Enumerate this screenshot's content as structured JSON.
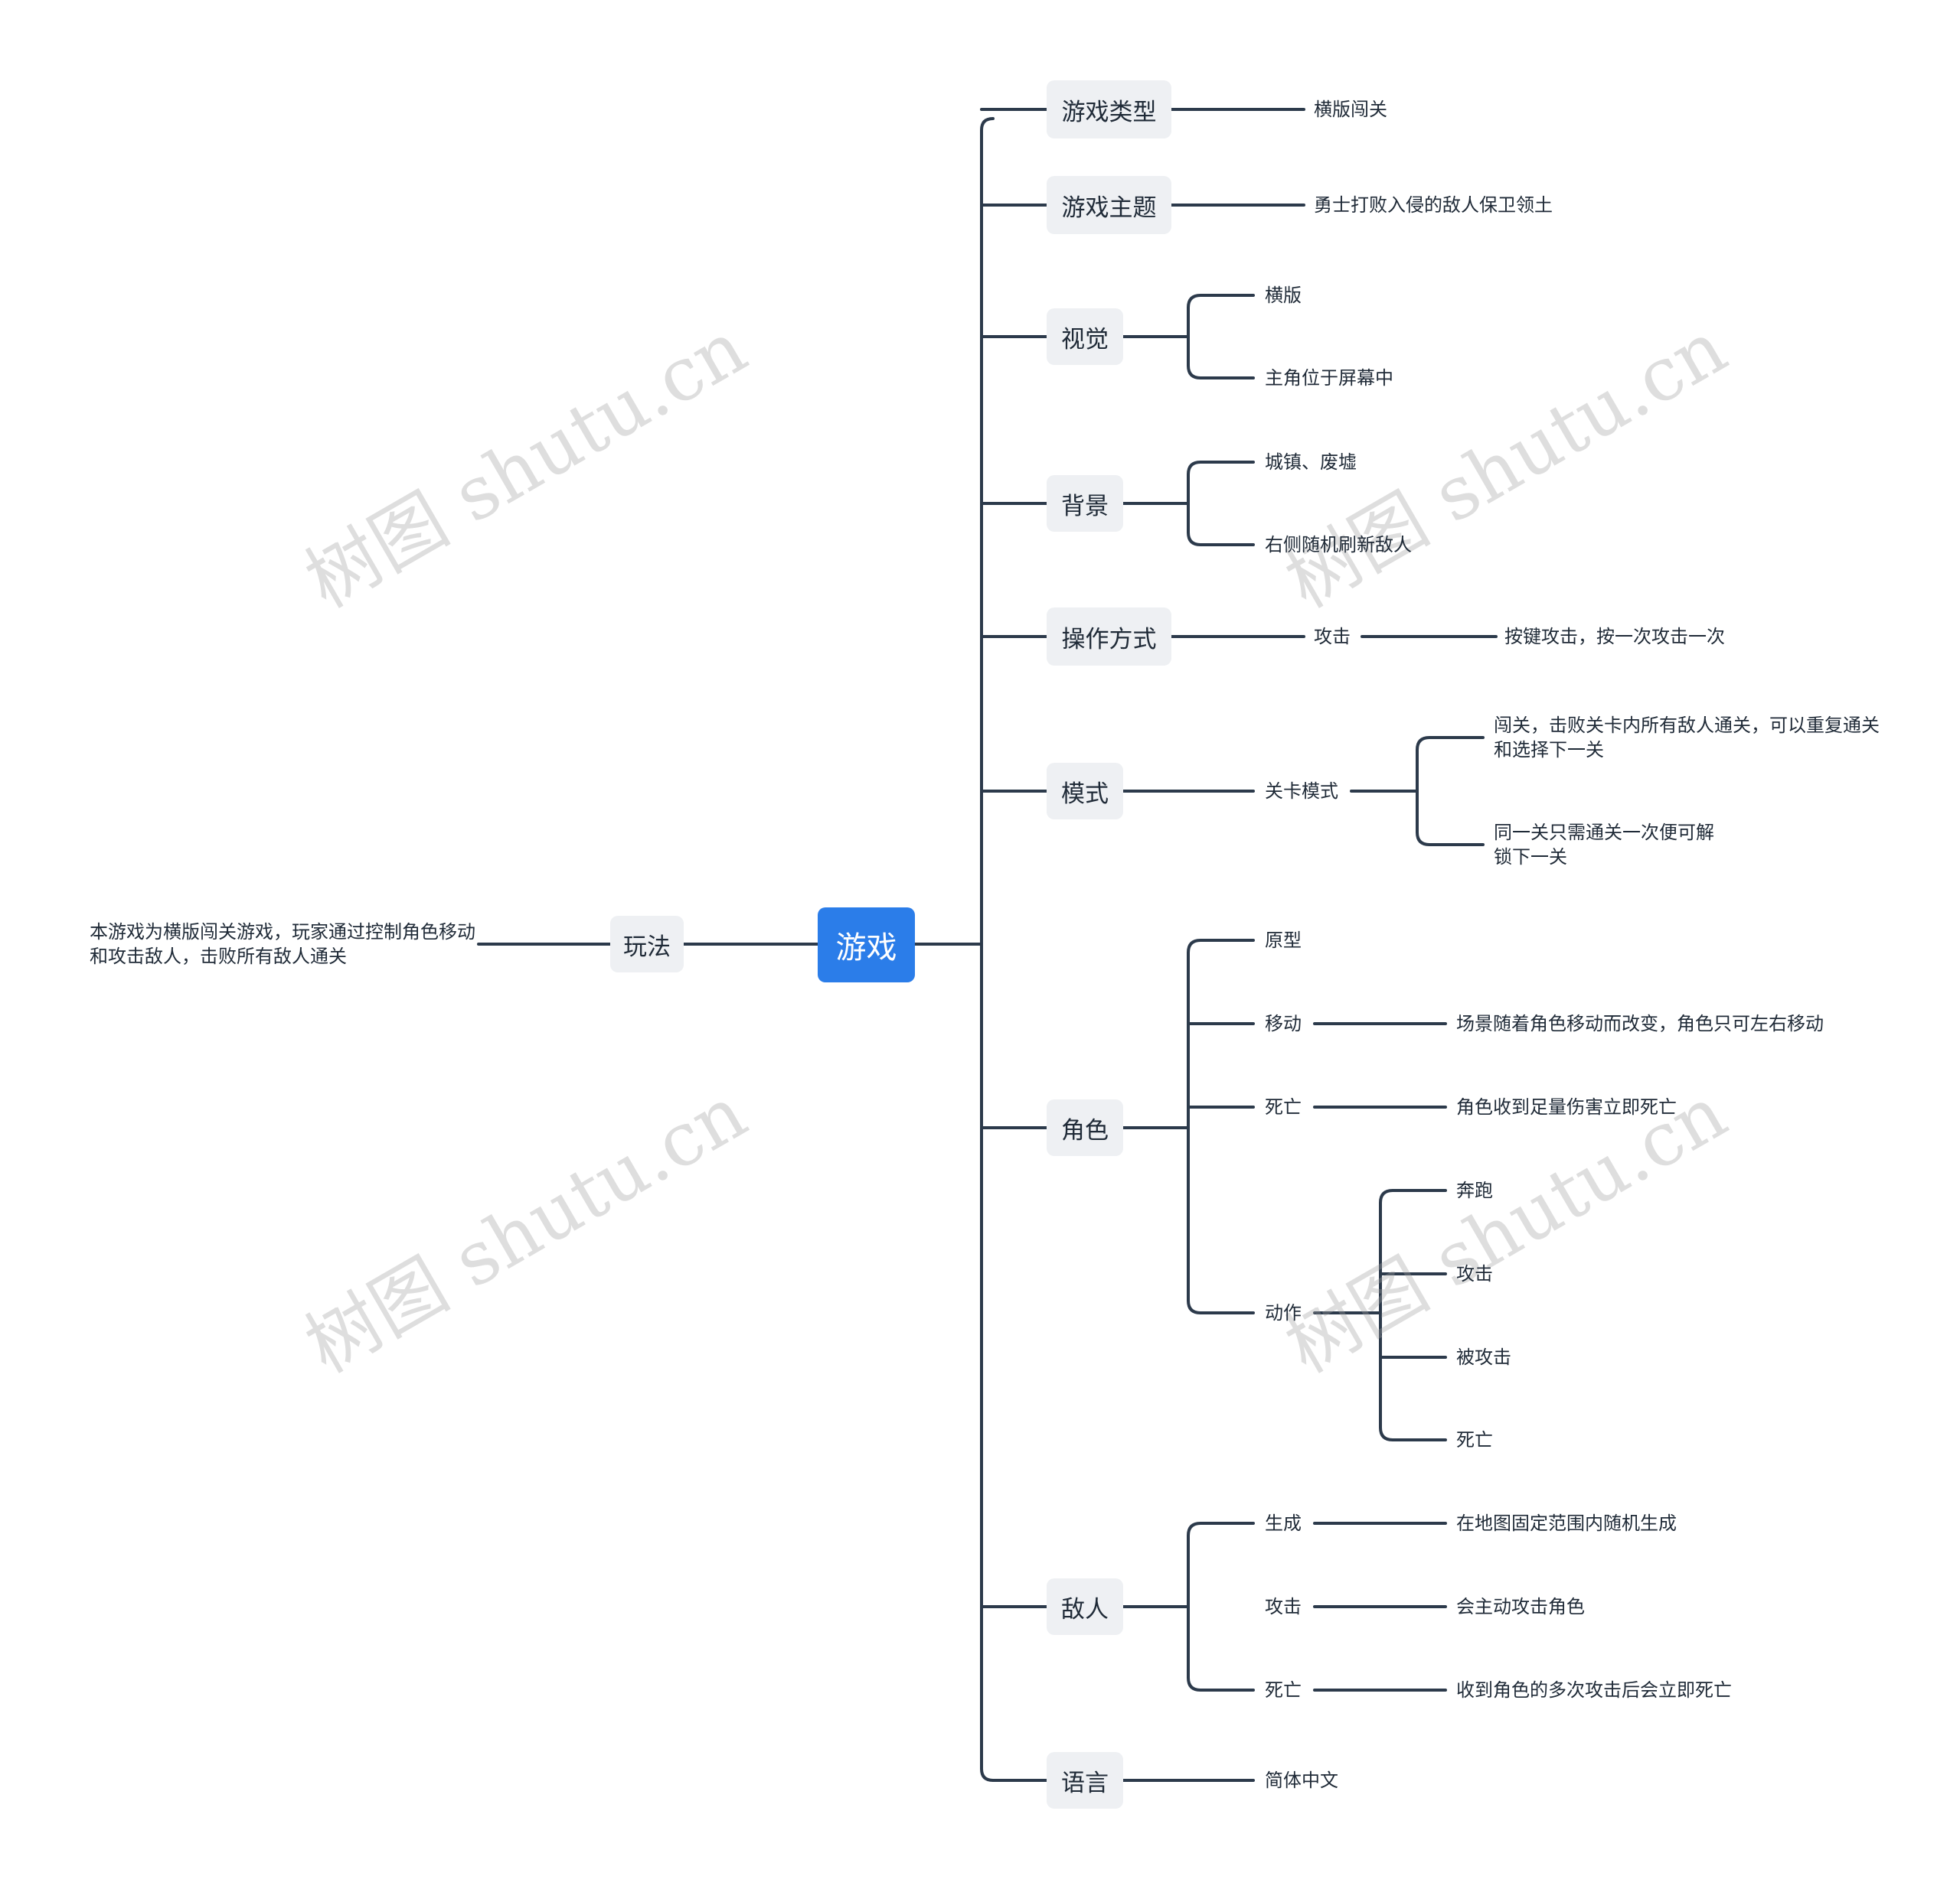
{
  "root": "游戏",
  "left": {
    "label": "玩法",
    "desc": "本游戏为横版闯关游戏，玩家通过控制角色移动和攻击敌人，击败所有敌人通关"
  },
  "branches": {
    "type": {
      "label": "游戏类型",
      "value": "横版闯关"
    },
    "theme": {
      "label": "游戏主题",
      "value": "勇士打败入侵的敌人保卫领土"
    },
    "vision": {
      "label": "视觉",
      "items": [
        "横版",
        "主角位于屏幕中"
      ]
    },
    "bg": {
      "label": "背景",
      "items": [
        "城镇、废墟",
        "右侧随机刷新敌人"
      ]
    },
    "control": {
      "label": "操作方式",
      "sub": "攻击",
      "detail": "按键攻击，按一次攻击一次"
    },
    "mode": {
      "label": "模式",
      "sub": "关卡模式",
      "items": [
        "闯关，击败关卡内所有敌人通关，可以重复通关和选择下一关",
        "同一关只需通关一次便可解锁下一关"
      ]
    },
    "role": {
      "label": "角色",
      "prototype": "原型",
      "move": {
        "label": "移动",
        "detail": "场景随着角色移动而改变，角色只可左右移动"
      },
      "death": {
        "label": "死亡",
        "detail": "角色收到足量伤害立即死亡"
      },
      "action": {
        "label": "动作",
        "items": [
          "奔跑",
          "攻击",
          "被攻击",
          "死亡"
        ]
      }
    },
    "enemy": {
      "label": "敌人",
      "spawn": {
        "label": "生成",
        "detail": "在地图固定范围内随机生成"
      },
      "attack": {
        "label": "攻击",
        "detail": "会主动攻击角色"
      },
      "death": {
        "label": "死亡",
        "detail": "收到角色的多次攻击后会立即死亡"
      }
    },
    "language": {
      "label": "语言",
      "value": "简体中文"
    }
  },
  "watermark": "树图 shutu.cn",
  "colors": {
    "root": "#2b7de9",
    "line": "#2c3a4b",
    "node_bg": "#eef0f3"
  }
}
